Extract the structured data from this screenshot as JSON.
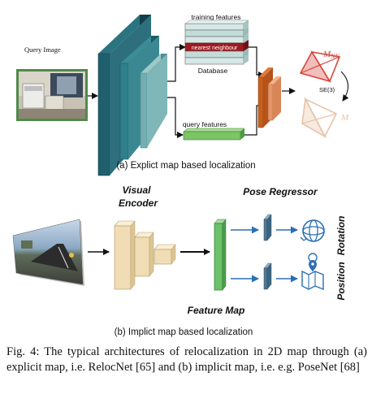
{
  "explicit": {
    "query_image_label": "Query Image",
    "training_features_label": "training features",
    "nearest_neighbour_label": "nearest neighbour",
    "database_label": "Database",
    "query_features_label": "query features",
    "pose_nn_label": "M",
    "pose_nn_sub": "NN",
    "se3_label": "SE(3)",
    "pose_label": "M",
    "caption": "(a) Explict map based localization"
  },
  "implicit": {
    "visual_encoder_line1": "Visual",
    "visual_encoder_line2": "Encoder",
    "pose_regressor_label": "Pose Regressor",
    "feature_map_label": "Feature Map",
    "rotation_label": "Rotation",
    "position_label": "Position",
    "caption": "(b) Implict map based localization"
  },
  "figure_caption": "Fig. 4: The typical architectures of relocalization in 2D map through (a) explicit map, i.e. RelocNet [65] and (b) implicit map, i.e. e.g. PoseNet [68]",
  "colors": {
    "encoder_dark": "#1f5f6e",
    "encoder_mid": "#2f7f8c",
    "encoder_light": "#74aeb2",
    "db_stripe": "#bcd7d4",
    "nn_red": "#9e1b22",
    "query_green": "#7cc466",
    "fuse_orange": "#c6601d",
    "fuse_light": "#e4956a",
    "pose_red": "#d9463d",
    "pose_light": "#e8c3a8",
    "tan": "#f0ddb5",
    "tan_edge": "#b8a171",
    "feature_green": "#6cc16b",
    "regressor_blue": "#4f7a94",
    "arrow_blue": "#2b6fb6"
  }
}
